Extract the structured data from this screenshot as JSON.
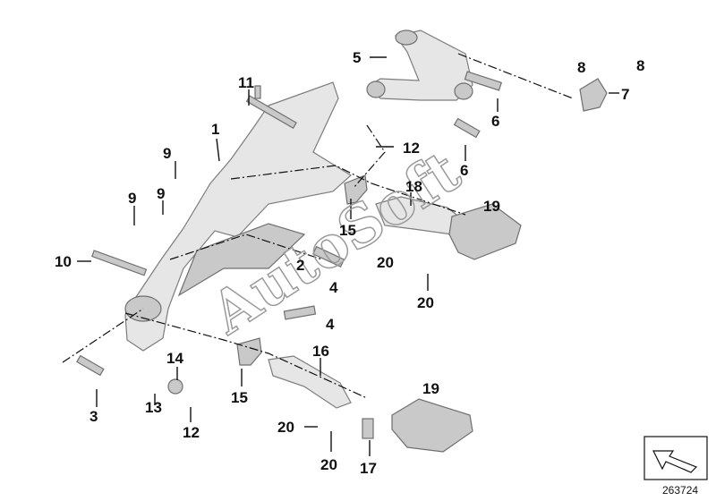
{
  "diagram": {
    "callouts": [
      {
        "id": "c1",
        "text": "1"
      },
      {
        "id": "c2",
        "text": "2"
      },
      {
        "id": "c3",
        "text": "3"
      },
      {
        "id": "c4a",
        "text": "4"
      },
      {
        "id": "c4b",
        "text": "4"
      },
      {
        "id": "c5",
        "text": "5"
      },
      {
        "id": "c6a",
        "text": "6"
      },
      {
        "id": "c6b",
        "text": "6"
      },
      {
        "id": "c7",
        "text": "7"
      },
      {
        "id": "c8a",
        "text": "8"
      },
      {
        "id": "c8b",
        "text": "8"
      },
      {
        "id": "c9a",
        "text": "9"
      },
      {
        "id": "c9b",
        "text": "9"
      },
      {
        "id": "c9c",
        "text": "9"
      },
      {
        "id": "c10",
        "text": "10"
      },
      {
        "id": "c11",
        "text": "11"
      },
      {
        "id": "c12a",
        "text": "12"
      },
      {
        "id": "c12b",
        "text": "12"
      },
      {
        "id": "c13",
        "text": "13"
      },
      {
        "id": "c14",
        "text": "14"
      },
      {
        "id": "c15a",
        "text": "15"
      },
      {
        "id": "c15b",
        "text": "15"
      },
      {
        "id": "c16",
        "text": "16"
      },
      {
        "id": "c17",
        "text": "17"
      },
      {
        "id": "c18",
        "text": "18"
      },
      {
        "id": "c19a",
        "text": "19"
      },
      {
        "id": "c19b",
        "text": "19"
      },
      {
        "id": "c20a",
        "text": "20"
      },
      {
        "id": "c20b",
        "text": "20"
      },
      {
        "id": "c20c",
        "text": "20"
      }
    ],
    "watermark": "AutoSoft",
    "reference_number": "263724"
  }
}
